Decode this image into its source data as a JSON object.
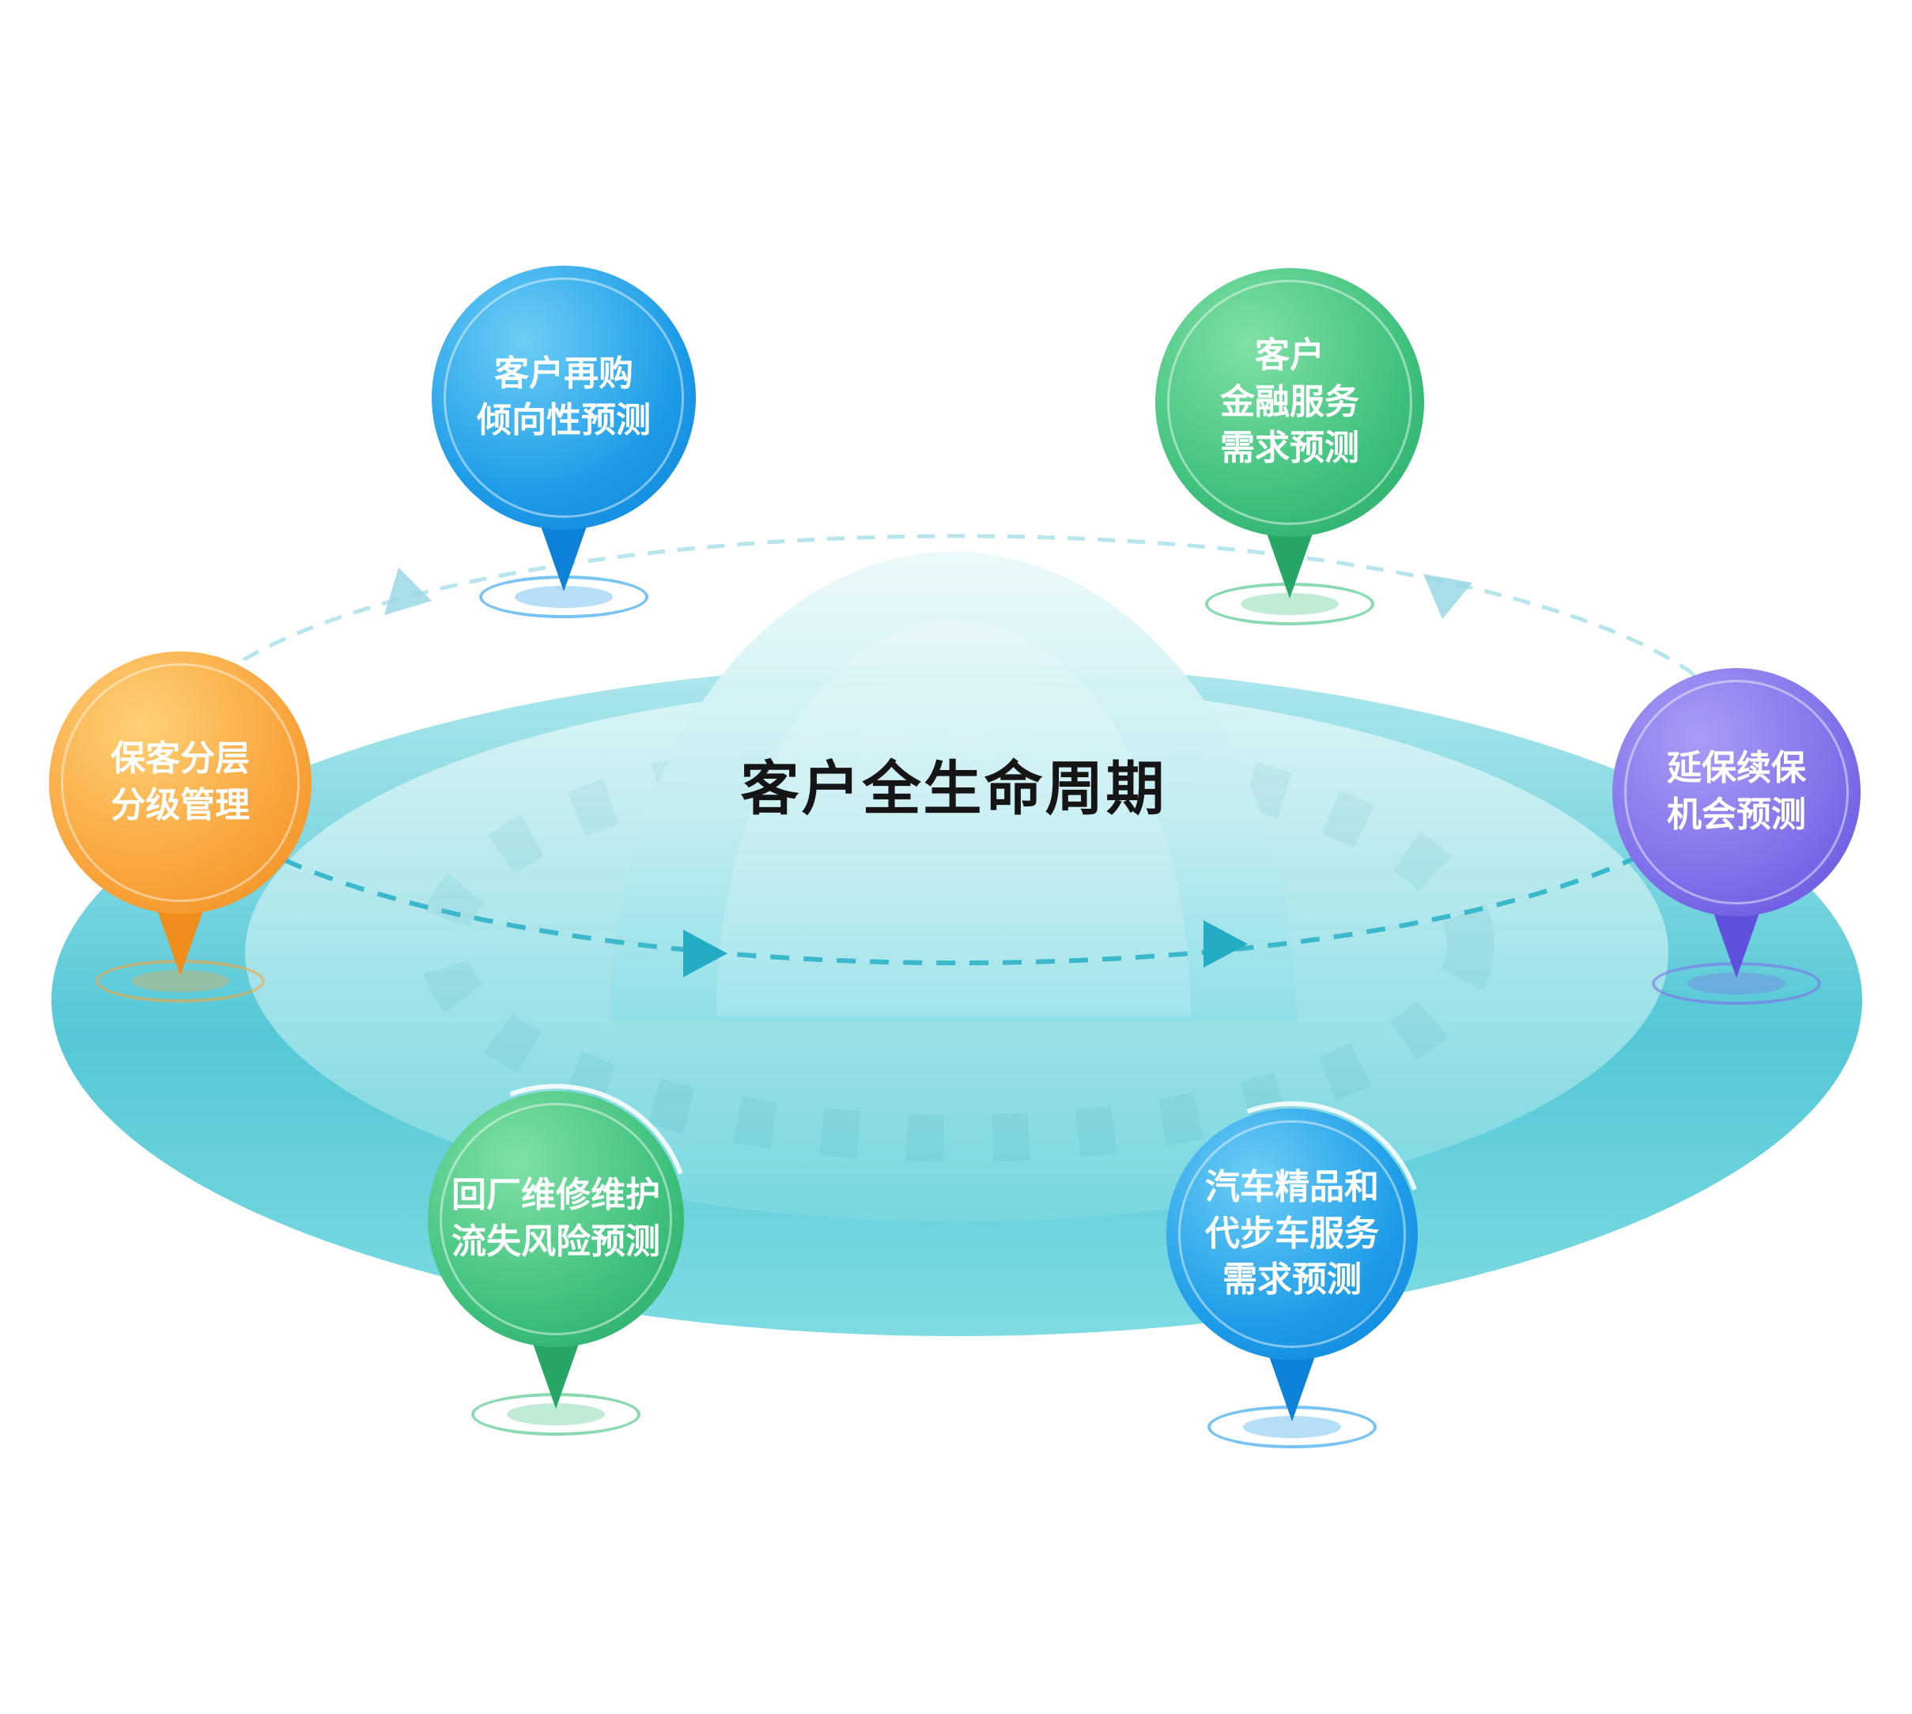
{
  "center": {
    "title": "客户全生命周期"
  },
  "balloons": [
    {
      "id": "customer-repurchase",
      "color": "blue",
      "lines": [
        "客户再购",
        "倾向性预测"
      ]
    },
    {
      "id": "finance-service",
      "color": "green",
      "lines": [
        "客户",
        "金融服务",
        "需求预测"
      ]
    },
    {
      "id": "retained-customers",
      "color": "orange",
      "lines": [
        "保客分层",
        "分级管理"
      ]
    },
    {
      "id": "extended-warranty",
      "color": "purple",
      "lines": [
        "延保续保",
        "机会预测"
      ]
    },
    {
      "id": "maintenance-churn",
      "color": "green",
      "lines": [
        "回厂维修维护",
        "流失风险预测"
      ]
    },
    {
      "id": "accessories-courtesy",
      "color": "blue",
      "lines": [
        "汽车精品和",
        "代步车服务",
        "需求预测"
      ]
    }
  ],
  "colors": {
    "balloon_blue": "#1e9ce8",
    "balloon_green": "#3fc17e",
    "balloon_orange": "#f9a43c",
    "balloon_purple": "#7e70e9",
    "disc_teal": "#54c8d6",
    "orbit_dash": "#2fb3c8",
    "title_text": "#151515"
  },
  "icons": {
    "orbit_arrows": "cycle-direction-arrows",
    "balloon_pointer": "map-pin-pointer"
  }
}
